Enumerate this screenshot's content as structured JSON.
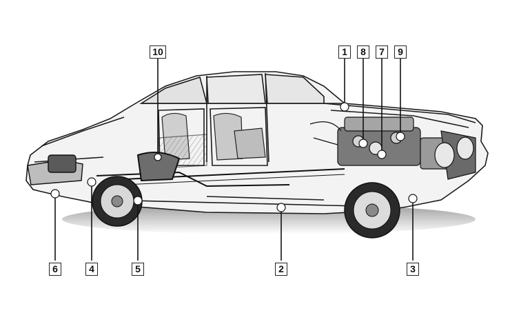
{
  "image": {
    "subject": "car-cutaway-illustration",
    "colors": {
      "background": "#ffffff",
      "ink": "#1a1a1a",
      "shade": "#8a8a8a",
      "highlight": "#d9d9d9"
    }
  },
  "callouts": [
    {
      "id": "c1",
      "label": "1"
    },
    {
      "id": "c8",
      "label": "8"
    },
    {
      "id": "c7",
      "label": "7"
    },
    {
      "id": "c9",
      "label": "9"
    },
    {
      "id": "c10",
      "label": "10"
    },
    {
      "id": "c6",
      "label": "6"
    },
    {
      "id": "c4",
      "label": "4"
    },
    {
      "id": "c5",
      "label": "5"
    },
    {
      "id": "c2",
      "label": "2"
    },
    {
      "id": "c3",
      "label": "3"
    }
  ]
}
